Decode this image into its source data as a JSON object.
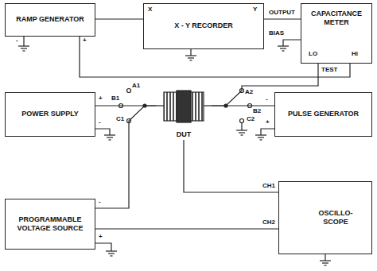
{
  "diagram": {
    "nodes": [
      {
        "text": [
          "RAMP GENERATOR"
        ]
      },
      {
        "text": [
          "X - Y RECORDER"
        ]
      },
      {
        "text": [
          "CAPACITANCE METER"
        ]
      },
      {
        "text": [
          "POWER SUPPLY"
        ]
      },
      {
        "text": [
          "DUT"
        ]
      },
      {
        "text": [
          "PULSE GENERATOR"
        ]
      },
      {
        "text": [
          "PROGRAMMABLE VOLTAGE SOURCE"
        ]
      },
      {
        "text": [
          "OSCILLO- SCOPE"
        ]
      }
    ],
    "edges": [
      {
        "from": 0,
        "to": 1,
        "arrow": "none"
      },
      {
        "from": 1,
        "to": 2,
        "arrow": "none"
      },
      {
        "from": 0,
        "to": 2,
        "arrow": "none"
      },
      {
        "from": 3,
        "to": 4,
        "arrow": "none"
      },
      {
        "from": 2,
        "to": 4,
        "arrow": "none"
      },
      {
        "from": 5,
        "to": 4,
        "arrow": "none"
      },
      {
        "from": 6,
        "to": 4,
        "arrow": "none"
      },
      {
        "from": 7,
        "to": 4,
        "arrow": "none"
      },
      {
        "from": 6,
        "to": 7,
        "arrow": "none"
      }
    ],
    "labels": [
      "X",
      "Y",
      "OUTPUT",
      "BIAS",
      "LO",
      "Hi",
      "TEST",
      "-",
      "+",
      "A1",
      "A2",
      "B1",
      "B2",
      "C1",
      "C2",
      "+",
      "-",
      "-",
      "+",
      "-",
      "+",
      "CH1",
      "CH2"
    ]
  }
}
